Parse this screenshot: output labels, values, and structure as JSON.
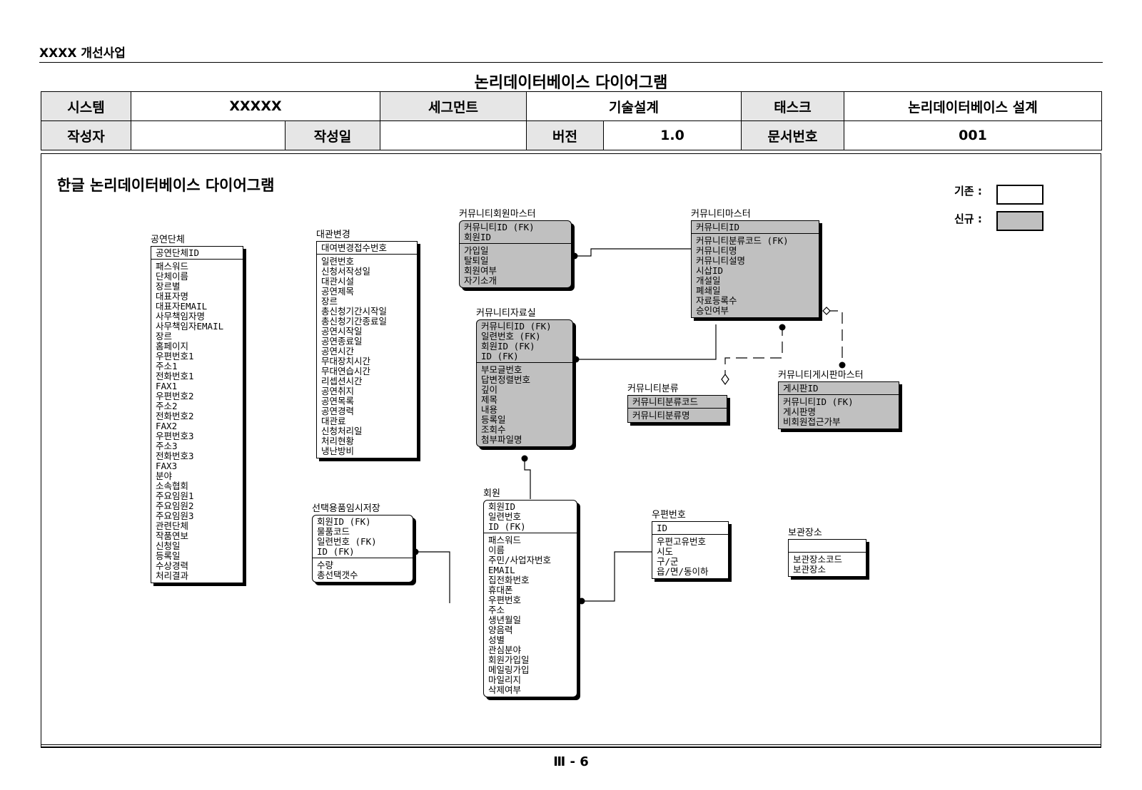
{
  "header": {
    "project": "XXXX 개선사업",
    "title": "논리데이터베이스 다이어그램"
  },
  "meta": {
    "system_label": "시스템",
    "system_value": "XXXXX",
    "segment_label": "세그먼트",
    "segment_value": "기술설계",
    "task_label": "태스크",
    "task_value": "논리데이터베이스 설계",
    "author_label": "작성자",
    "author_value": "",
    "date_label": "작성일",
    "date_value": "",
    "version_label": "버전",
    "version_value": "1.0",
    "docno_label": "문서번호",
    "docno_value": "001"
  },
  "diagram": {
    "title": "한글 논리데이터베이스 다이어그램",
    "legend": {
      "standard": "기존 :",
      "new": "신규 :"
    },
    "entities": [
      {
        "name": "공연단체",
        "keys": [
          "공연단체ID"
        ],
        "attrs": [
          "패스워드",
          "단체이름",
          "장르별",
          "대표자명",
          "대표자EMAIL",
          "사무책임자명",
          "사무책임자EMAIL",
          "장르",
          "홈페이지",
          "우편번호1",
          "주소1",
          "전화번호1",
          "FAX1",
          "우편번호2",
          "주소2",
          "전화번호2",
          "FAX2",
          "우편번호3",
          "주소3",
          "전화번호3",
          "FAX3",
          "분야",
          "소속협회",
          "주요임원1",
          "주요임원2",
          "주요임원3",
          "관련단체",
          "작품연보",
          "신청일",
          "등록일",
          "수상경력",
          "처리결과"
        ]
      },
      {
        "name": "대관변경",
        "keys": [
          "대여변경접수번호"
        ],
        "attrs": [
          "일련번호",
          "신청서작성일",
          "대관시설",
          "공연제목",
          "장르",
          "총신청기간시작일",
          "총신청기간종료일",
          "공연시작일",
          "공연종료일",
          "공연시간",
          "무대장치시간",
          "무대연습시간",
          "리셉션시간",
          "공연취지",
          "공연목록",
          "공연경력",
          "대관료",
          "신청처리일",
          "처리현황",
          "냉난방비"
        ]
      },
      {
        "name": "커뮤니티회원마스터",
        "keys": [
          "커뮤니티ID (FK)",
          "회원ID"
        ],
        "attrs": [
          "가입일",
          "탈퇴일",
          "회원여부",
          "자기소개"
        ]
      },
      {
        "name": "커뮤니티마스터",
        "keys": [
          "커뮤니티ID"
        ],
        "attrs": [
          "커뮤니티분류코드 (FK)",
          "커뮤니티명",
          "커뮤니티설명",
          "시삽ID",
          "개설일",
          "폐쇄일",
          "자료등록수",
          "승인여부"
        ]
      },
      {
        "name": "커뮤니티자료실",
        "keys": [
          "커뮤니티ID (FK)",
          "일련번호 (FK)",
          "회원ID (FK)",
          "ID (FK)"
        ],
        "attrs": [
          "부모글번호",
          "답변정렬번호",
          "깊이",
          "제목",
          "내용",
          "등록일",
          "조회수",
          "첨부파일명"
        ]
      },
      {
        "name": "커뮤니티분류",
        "keys": [
          "커뮤니티분류코드"
        ],
        "attrs": [
          "커뮤니티분류명"
        ]
      },
      {
        "name": "커뮤니티게시판마스터",
        "keys": [
          "게시판ID"
        ],
        "attrs": [
          "커뮤니티ID (FK)",
          "게시판명",
          "비회원접근가부"
        ]
      },
      {
        "name": "선택용품임시저장",
        "keys": [
          "회원ID (FK)",
          "물품코드",
          "일련번호 (FK)",
          "ID (FK)"
        ],
        "attrs": [
          "수량",
          "총선택갯수"
        ]
      },
      {
        "name": "회원",
        "keys": [
          "회원ID",
          "일련번호",
          "ID (FK)"
        ],
        "attrs": [
          "패스워드",
          "이름",
          "주민/사업자번호",
          "EMAIL",
          "집전화번호",
          "휴대폰",
          "우편번호",
          "주소",
          "생년월일",
          "양음력",
          "성별",
          "관심분야",
          "회원가입일",
          "메일링가입",
          "마일리지",
          "삭제여부"
        ]
      },
      {
        "name": "우편번호",
        "keys": [
          "ID"
        ],
        "attrs": [
          "우편고유번호",
          "시도",
          "구/군",
          "읍/면/동이하"
        ]
      },
      {
        "name": "보관장소",
        "keys": [
          ""
        ],
        "attrs": [
          "보관장소코드",
          "보관장소"
        ]
      }
    ]
  },
  "footer": {
    "page": "Ⅲ - 6"
  }
}
